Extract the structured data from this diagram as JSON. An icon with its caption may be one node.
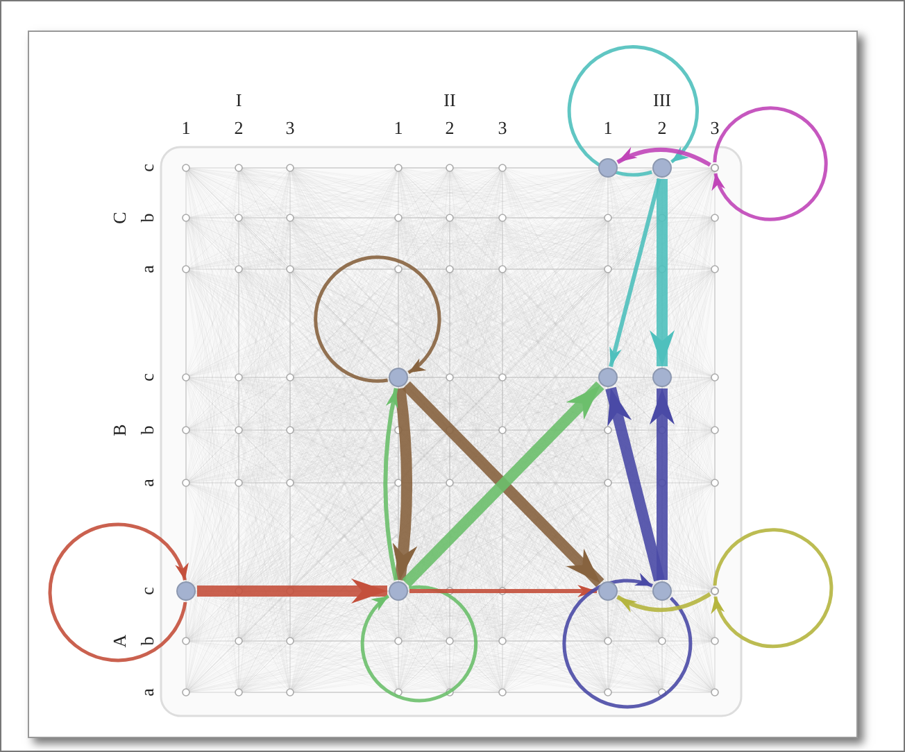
{
  "diagram": {
    "nodes": [
      {
        "text": [],
        "shape": "circle"
      },
      {
        "text": [],
        "shape": "circle"
      },
      {
        "text": [],
        "shape": "circle"
      },
      {
        "text": [],
        "shape": "circle"
      },
      {
        "text": [],
        "shape": "circle"
      },
      {
        "text": [],
        "shape": "circle"
      },
      {
        "text": [],
        "shape": "circle"
      },
      {
        "text": [],
        "shape": "circle"
      },
      {
        "text": [],
        "shape": "circle"
      },
      {
        "text": [],
        "shape": "circle"
      },
      {
        "text": [],
        "shape": "circle"
      }
    ],
    "edges": [
      {
        "from": 1,
        "to": 1,
        "arrow": "to",
        "color": "#4fc0bd"
      },
      {
        "from": 1,
        "to": 4,
        "arrow": "to",
        "color": "#4fc0bd"
      },
      {
        "from": 1,
        "to": 5,
        "arrow": "to",
        "style": "thick",
        "color": "#4fc0bd"
      },
      {
        "from": 2,
        "to": 2,
        "arrow": "to",
        "color": "#c045b8"
      },
      {
        "from": 2,
        "to": 0,
        "arrow": "to",
        "color": "#c045b8"
      },
      {
        "from": 3,
        "to": 3,
        "arrow": "to",
        "color": "#87633f"
      },
      {
        "from": 3,
        "to": 7,
        "arrow": "to",
        "style": "thick",
        "color": "#87633f"
      },
      {
        "from": 3,
        "to": 8,
        "arrow": "to",
        "style": "thick",
        "color": "#87633f"
      },
      {
        "from": 6,
        "to": 6,
        "arrow": "to",
        "color": "#c4503c"
      },
      {
        "from": 6,
        "to": 7,
        "arrow": "to",
        "style": "thick",
        "color": "#c4503c"
      },
      {
        "from": 7,
        "to": 7,
        "arrow": "to",
        "color": "#6cbf6c"
      },
      {
        "from": 7,
        "to": 3,
        "arrow": "to",
        "color": "#6cbf6c"
      },
      {
        "from": 7,
        "to": 4,
        "arrow": "to",
        "style": "thick",
        "color": "#6cbf6c"
      },
      {
        "from": 7,
        "to": 8,
        "arrow": "to",
        "color": "#c4503c"
      },
      {
        "from": 9,
        "to": 9,
        "arrow": "to",
        "color": "#4a4aa6"
      },
      {
        "from": 9,
        "to": 4,
        "arrow": "to",
        "style": "thick",
        "color": "#4a4aa6"
      },
      {
        "from": 9,
        "to": 5,
        "arrow": "to",
        "style": "thick",
        "color": "#4a4aa6"
      },
      {
        "from": 10,
        "to": 10,
        "arrow": "to",
        "color": "#b5b53f"
      },
      {
        "from": 10,
        "to": 8,
        "arrow": "to",
        "color": "#b5b53f"
      }
    ],
    "labels": [
      "I",
      "II",
      "III",
      "1",
      "2",
      "3",
      "1",
      "2",
      "3",
      "1",
      "2",
      "3",
      "C",
      "c",
      "b",
      "a",
      "B",
      "c",
      "b",
      "a",
      "A",
      "c",
      "b",
      "a"
    ]
  }
}
